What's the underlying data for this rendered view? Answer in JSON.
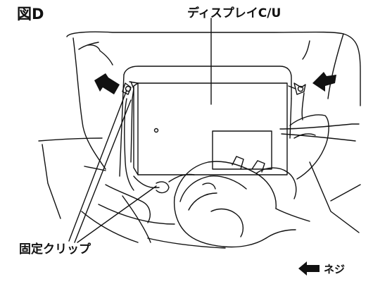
{
  "figure": {
    "figure_label": "図D",
    "display_unit_label": "ディスプレイC/U",
    "clip_label": "固定クリップ",
    "screw_legend_label": "ネジ"
  },
  "colors": {
    "line": "#111111",
    "background": "#ffffff"
  },
  "icons": {
    "arrows": "black-left-arrow-icon"
  }
}
